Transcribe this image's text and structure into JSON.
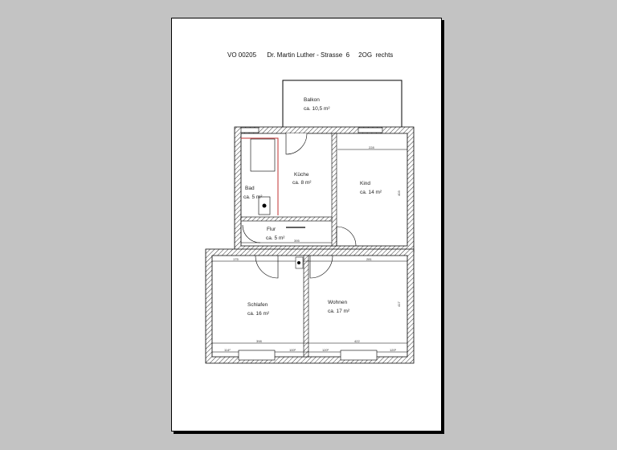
{
  "header": {
    "text": "VO 00205      Dr. Martin Luther - Strasse  6     2OG  rechts"
  },
  "rooms": [
    {
      "name": "Balkon",
      "area": "ca. 10,5 m²"
    },
    {
      "name": "Küche",
      "area": "ca. 8 m²"
    },
    {
      "name": "Kind",
      "area": "ca. 14 m²"
    },
    {
      "name": "Bad",
      "area": "ca. 5 m²"
    },
    {
      "name": "Flur",
      "area": "ca. 5 m²"
    },
    {
      "name": "Schlafen",
      "area": "ca. 16 m²"
    },
    {
      "name": "Wohnen",
      "area": "ca. 17 m²"
    }
  ],
  "dimensions": [
    "228",
    "175",
    "281",
    "398",
    "422",
    "114²",
    "100²",
    "120²",
    "120²",
    "395",
    "417",
    "403"
  ],
  "colors": {
    "background": "#c3c3c3",
    "wall_hatch": "#000000",
    "bath_outline": "#c03030"
  }
}
